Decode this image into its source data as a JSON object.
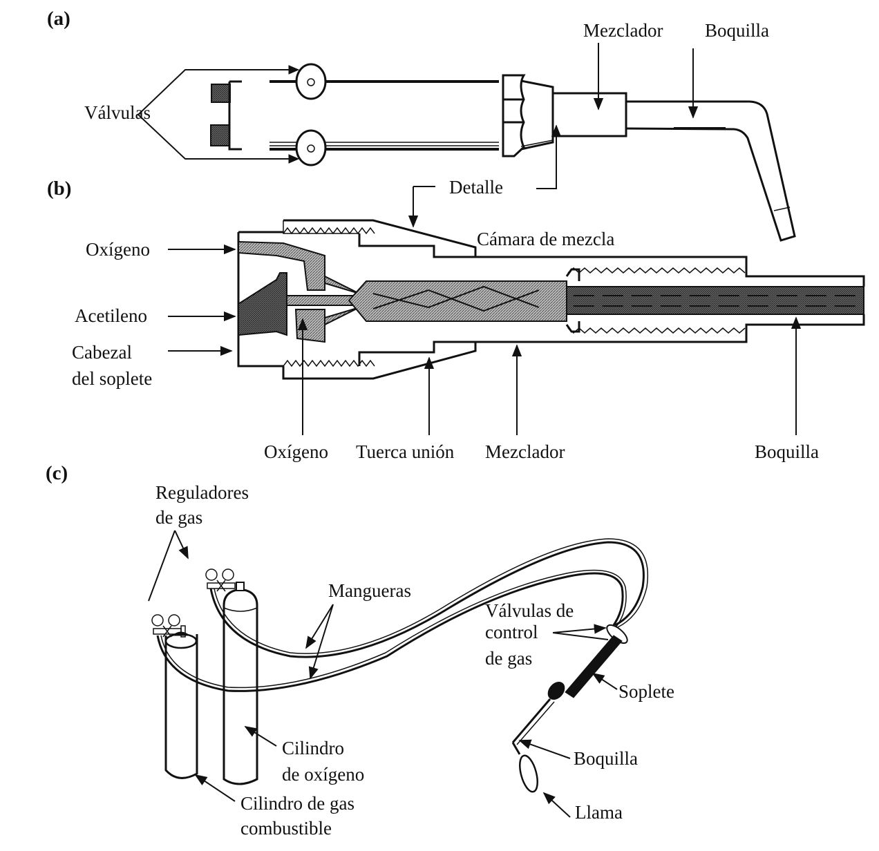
{
  "figure": {
    "panels": {
      "a": "(a)",
      "b": "(b)",
      "c": "(c)"
    },
    "panel_a": {
      "valves": "Válvulas",
      "mixer": "Mezclador",
      "nozzle": "Boquilla",
      "detail": "Detalle"
    },
    "panel_b": {
      "oxygen_in": "Oxígeno",
      "acetylene_in": "Acetileno",
      "torch_head_line1": "Cabezal",
      "torch_head_line2": "del soplete",
      "mixing_chamber": "Cámara de mezcla",
      "oxygen_bottom": "Oxígeno",
      "union_nut": "Tuerca unión",
      "mixer": "Mezclador",
      "nozzle": "Boquilla"
    },
    "panel_c": {
      "regulators_line1": "Reguladores",
      "regulators_line2": "de gas",
      "hoses": "Mangueras",
      "control_valves_line1": "Válvulas de",
      "control_valves_line2": "control",
      "control_valves_line3": "de gas",
      "torch": "Soplete",
      "nozzle": "Boquilla",
      "flame": "Llama",
      "oxygen_cylinder_line1": "Cilindro",
      "oxygen_cylinder_line2": "de oxígeno",
      "fuel_cylinder_line1": "Cilindro de gas",
      "fuel_cylinder_line2": "combustible"
    }
  }
}
